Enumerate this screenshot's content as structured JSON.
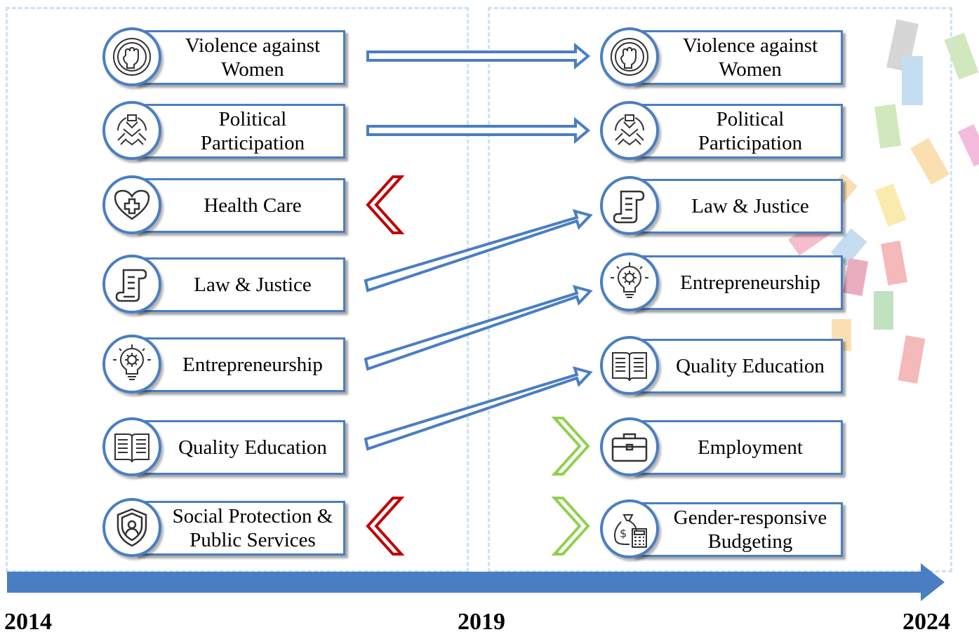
{
  "left_column": [
    {
      "label": "Violence against Women",
      "icon": "fist-icon"
    },
    {
      "label": "Political Participation",
      "icon": "joined-hands-icon"
    },
    {
      "label": "Health Care",
      "icon": "heart-cross-icon"
    },
    {
      "label": "Law & Justice",
      "icon": "scroll-icon"
    },
    {
      "label": "Entrepreneurship",
      "icon": "lightbulb-gear-icon"
    },
    {
      "label": "Quality Education",
      "icon": "open-book-icon"
    },
    {
      "label": "Social Protection & Public Services",
      "icon": "shield-person-icon"
    }
  ],
  "right_column": [
    {
      "label": "Violence against Women",
      "icon": "fist-icon"
    },
    {
      "label": "Political Participation",
      "icon": "joined-hands-icon"
    },
    {
      "label": "Law & Justice",
      "icon": "scroll-icon"
    },
    {
      "label": "Entrepreneurship",
      "icon": "lightbulb-gear-icon"
    },
    {
      "label": "Quality Education",
      "icon": "open-book-icon"
    },
    {
      "label": "Employment",
      "icon": "briefcase-icon"
    },
    {
      "label": "Gender-responsive Budgeting",
      "icon": "money-bag-calculator-icon"
    }
  ],
  "timeline": {
    "years": [
      "2014",
      "2019",
      "2024"
    ]
  },
  "colors": {
    "accent_blue": "#4a7ec2",
    "dashed_border": "#cfe2f3",
    "dropped_red": "#c00000",
    "added_green": "#92d050"
  }
}
